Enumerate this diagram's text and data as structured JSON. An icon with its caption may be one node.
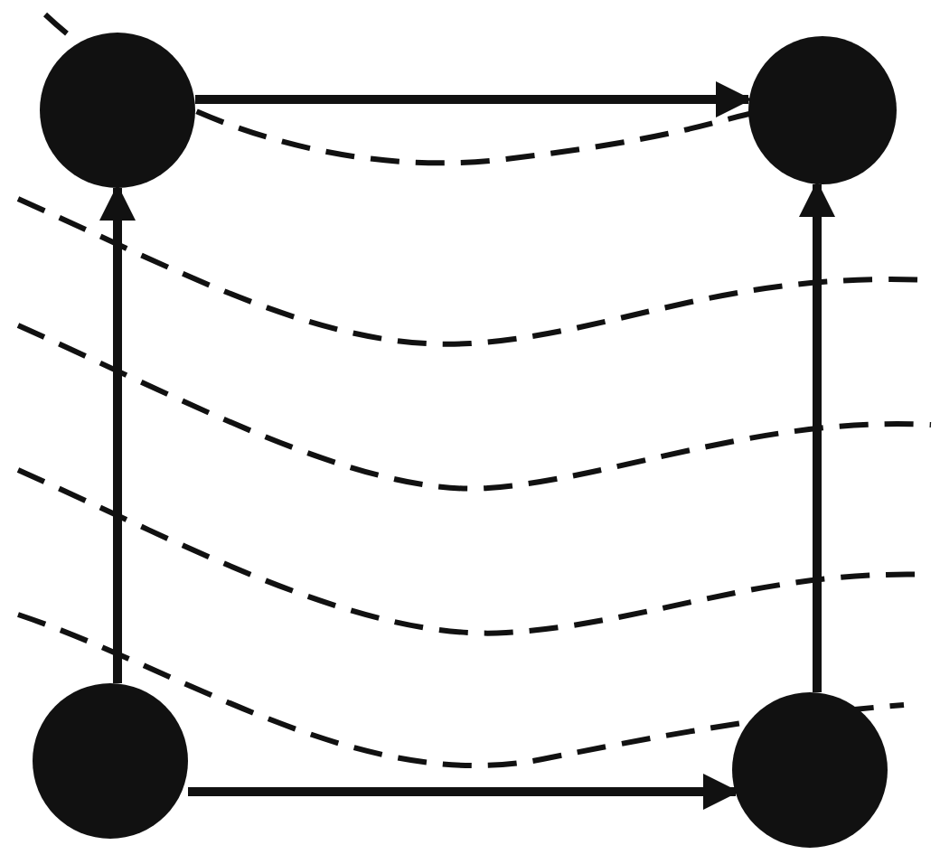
{
  "diagram": {
    "nodes": [
      {
        "text": [],
        "shape": "circle"
      },
      {
        "text": [],
        "shape": "circle"
      },
      {
        "text": [],
        "shape": "circle"
      },
      {
        "text": [],
        "shape": "circle"
      }
    ],
    "edges": [
      {
        "from": 0,
        "to": 1,
        "arrow": "to"
      },
      {
        "from": 2,
        "to": 0,
        "arrow": "to"
      },
      {
        "from": 3,
        "to": 1,
        "arrow": "to"
      },
      {
        "from": 2,
        "to": 3,
        "arrow": "to"
      }
    ]
  }
}
